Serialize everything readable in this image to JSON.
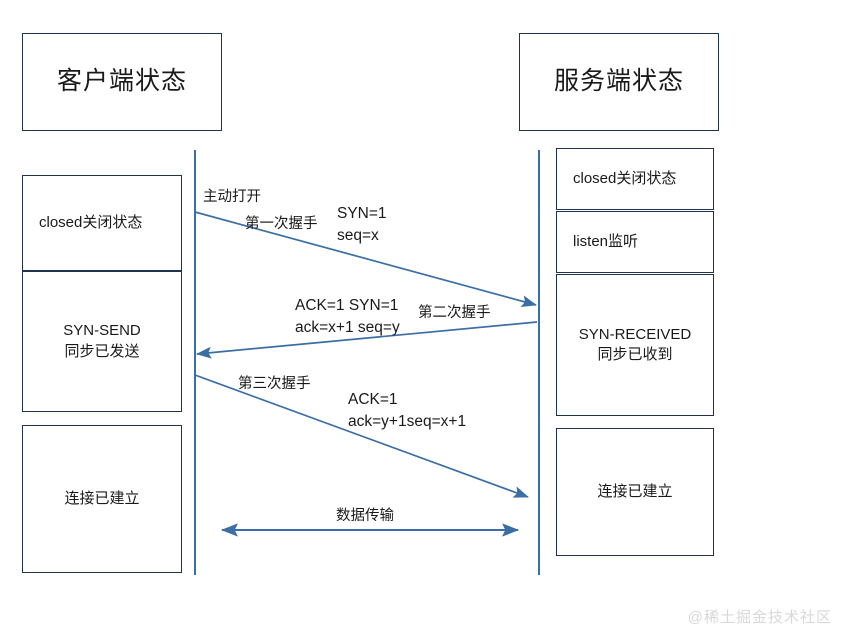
{
  "diagram": {
    "title_client": "客户端状态",
    "title_server": "服务端状态",
    "watermark": "@稀土掘金技术社区",
    "accent_color": "#3b6ea5",
    "box_border_color": "#1f3250",
    "text_color": "#1a1a1a"
  },
  "client": {
    "header": "客户端状态",
    "states": [
      {
        "label": "closed关闭状态"
      },
      {
        "label": "SYN-SEND\n同步已发送"
      },
      {
        "label": "连接已建立"
      }
    ]
  },
  "server": {
    "header": "服务端状态",
    "states": [
      {
        "label": "closed关闭状态"
      },
      {
        "label": "listen监听"
      },
      {
        "label": "SYN-RECEIVED\n同步已收到"
      },
      {
        "label": "连接已建立"
      }
    ]
  },
  "messages": {
    "active_open": "主动打开",
    "handshake1_name": "第一次握手",
    "handshake1_flags": "SYN=1\nseq=x",
    "handshake2_name": "第二次握手",
    "handshake2_flags": "ACK=1 SYN=1\nack=x+1 seq=y",
    "handshake3_name": "第三次握手",
    "handshake3_flags": "ACK=1\nack=y+1seq=x+1",
    "data_transfer": "数据传输"
  }
}
